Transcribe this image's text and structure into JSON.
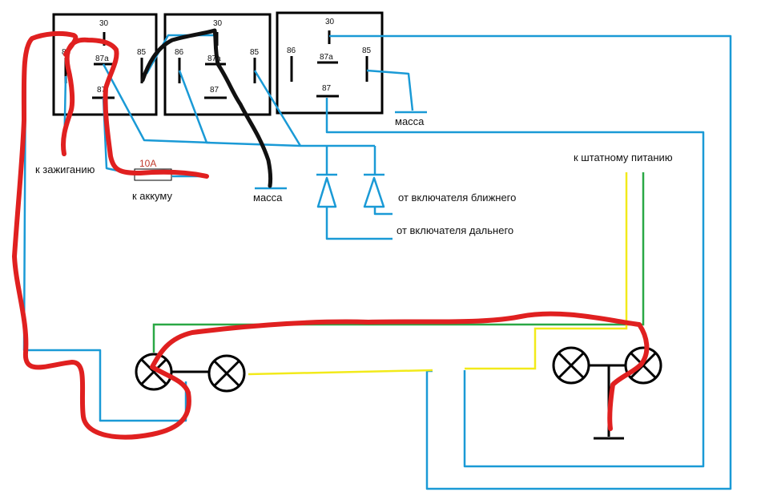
{
  "relays": [
    {
      "pin_30": "30",
      "pin_86": "86",
      "pin_87a": "87a",
      "pin_85": "85",
      "pin_87": "87"
    },
    {
      "pin_30": "30",
      "pin_86": "86",
      "pin_87a": "87a",
      "pin_85": "85",
      "pin_87": "87"
    },
    {
      "pin_30": "30",
      "pin_86": "86",
      "pin_87a": "87a",
      "pin_85": "85",
      "pin_87": "87"
    }
  ],
  "labels": {
    "ignition": "к зажиганию",
    "battery": "к аккуму",
    "fuse": "10А",
    "ground_1": "масса",
    "ground_2": "масса",
    "low_beam_switch": "от включателя ближнего",
    "high_beam_switch": "от включателя дальнего",
    "stock_power": "к штатному питанию"
  },
  "colors": {
    "wire_blue": "#1a9ad6",
    "wire_red": "#e02020",
    "wire_black": "#111111",
    "wire_yellow": "#f2ea1a",
    "wire_green": "#2aa845",
    "relay_outline": "#000000"
  }
}
